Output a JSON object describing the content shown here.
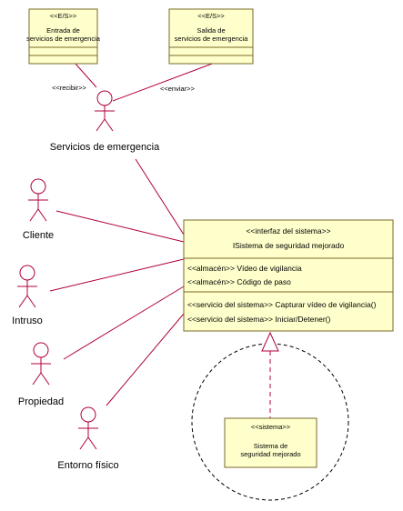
{
  "colors": {
    "line": "#b0003a",
    "box_fill": "#ffffcc",
    "box_border": "#7a6a2a",
    "dash": "#000000"
  },
  "io_in": {
    "stereotype": "<<E/S>>",
    "line1": "Entrada de",
    "line2": "servicios de emergencia"
  },
  "io_out": {
    "stereotype": "<<E/S>>",
    "line1": "Salida de",
    "line2": "servicios de emergencia"
  },
  "edge_labels": {
    "receive": "<<recibir>>",
    "send": "<<enviar>>"
  },
  "actors": {
    "emergency": "Servicios de emergencia",
    "client": "Cliente",
    "intruder": "Intruso",
    "property": "Propiedad",
    "environment": "Entorno físico"
  },
  "interface_box": {
    "stereotype": "<<interfaz del sistema>>",
    "name": "ISistema de seguridad mejorado",
    "attr1": "<<almacén>> Vídeo de vigilancia",
    "attr2": "<<almacén>> Código de paso",
    "op1": "<<servicio del sistema>> Capturar vídeo de vigilancia()",
    "op2": "<<servicio del sistema>> Iniciar/Detener()"
  },
  "system_box": {
    "stereotype": "<<sistema>>",
    "line1": "Sistema de",
    "line2": "seguridad mejorado"
  }
}
